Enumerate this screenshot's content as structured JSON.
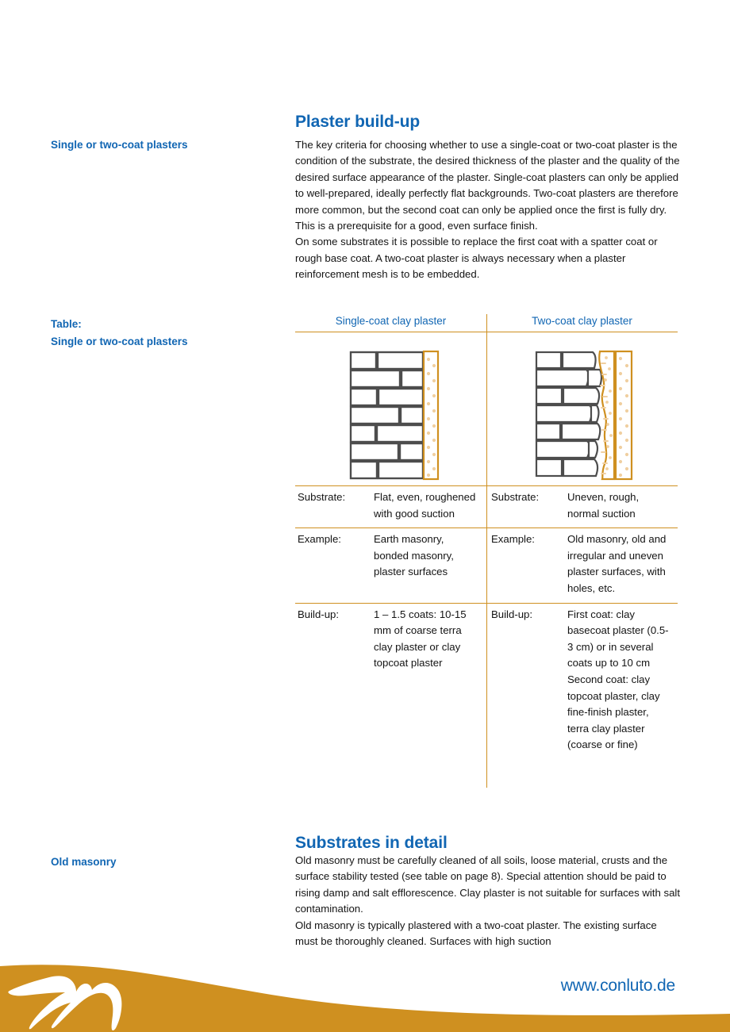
{
  "colors": {
    "brand_blue": "#1166b3",
    "brand_gold": "#cf9020",
    "plaster_fill": "#ffffff",
    "plaster_dot": "#f0cfa0",
    "brick_outline": "#4d4d4d",
    "text": "#141414"
  },
  "sections": {
    "plaster_build_up": {
      "title": "Plaster build-up",
      "margin_heading": "Single or two-coat plasters",
      "paragraphs": [
        "The key criteria for choosing whether to use a single-coat or two-coat plaster is the condition of the substrate, the desired thickness of the plaster and the quality of the desired surface appearance of the plaster. Single-coat plasters can only be applied to well-prepared, ideally perfectly flat backgrounds. Two-coat plasters are therefore more common, but the second coat can only be applied once the first is fully dry. This is a prerequisite for a good, even surface finish.",
        "On some substrates it is possible to replace the first coat with a spatter coat or rough base coat. A two-coat plaster is always necessary when a plaster reinforcement mesh is to be embedded."
      ]
    },
    "substrates_in_detail": {
      "title": "Substrates in detail",
      "margin_heading": "Old masonry",
      "paragraphs": [
        "Old masonry must be carefully cleaned of all soils, loose material, crusts and the surface stability tested (see table on page 8). Special attention should be paid to rising damp and salt efflorescence. Clay plaster is not suitable for surfaces with salt contamination.",
        "Old masonry is typically plastered with a two-coat plaster. The existing surface must be thoroughly cleaned. Surfaces with high suction"
      ]
    }
  },
  "table": {
    "margin_heading_line1": "Table:",
    "margin_heading_line2": "Single or two-coat plasters",
    "headers": [
      "Single-coat clay plaster",
      "Two-coat clay plaster"
    ],
    "figures": {
      "left_caption": "single-coat-plaster-wall-diagram",
      "right_caption": "two-coat-plaster-wall-diagram"
    },
    "rows": [
      {
        "label_left": "Substrate:",
        "value_left": "Flat, even, roughened with good suction",
        "label_right": "Substrate:",
        "value_right": "Uneven, rough, normal suction"
      },
      {
        "label_left": "Example:",
        "value_left": "Earth masonry, bonded masonry, plaster surfaces",
        "label_right": "Example:",
        "value_right": "Old masonry, old and irregular and uneven plaster surfaces, with holes, etc."
      },
      {
        "label_left": "Build-up:",
        "value_left": "1 – 1.5 coats: 10-15 mm of coarse terra clay plaster or clay topcoat plaster",
        "label_right": "Build-up:",
        "value_right": "First coat: clay basecoat plaster (0.5-3 cm) or in several coats up to 10 cm\nSecond coat: clay topcoat plaster, clay fine-finish plaster, terra clay plaster (coarse or fine)"
      }
    ]
  },
  "footer": {
    "url": "www.conluto.de",
    "logo": "swallow-bird-logo"
  }
}
